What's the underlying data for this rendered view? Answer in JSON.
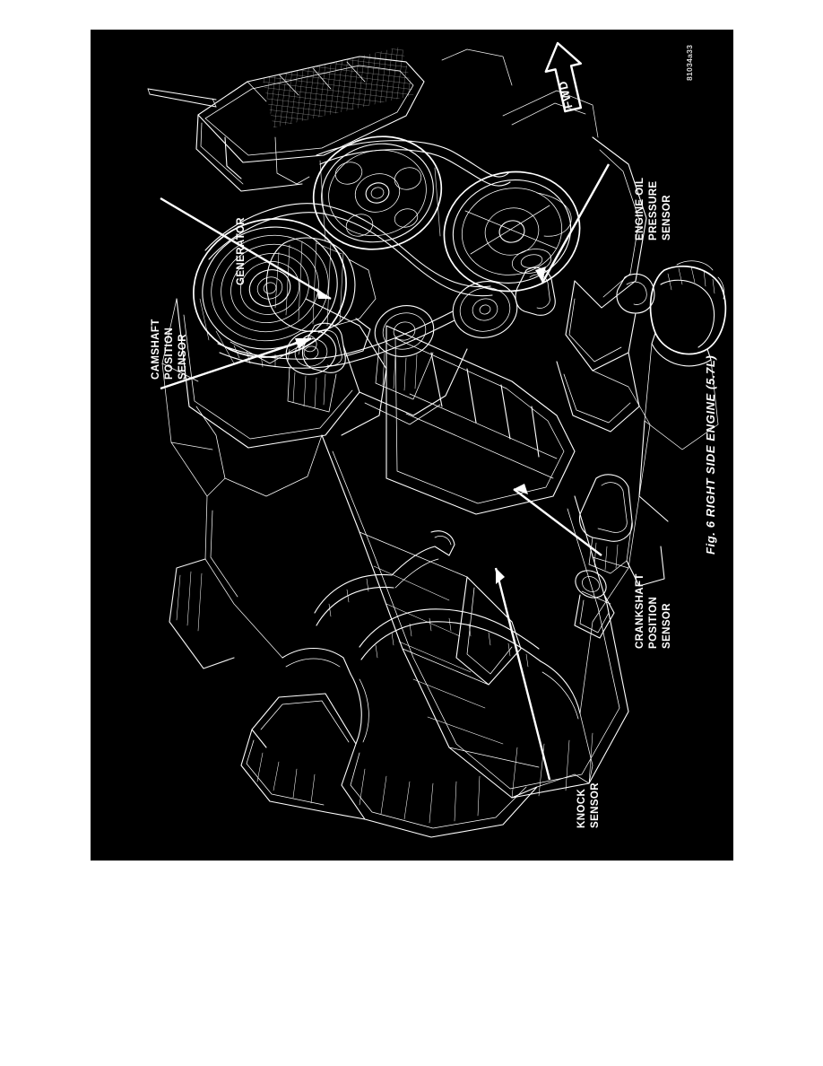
{
  "document": {
    "background_color": "#ffffff",
    "plate_color": "#000000",
    "line_color": "#ffffff"
  },
  "figure": {
    "caption": "Fig. 6 RIGHT SIDE ENGINE (5.7L)",
    "id_code": "81034a33",
    "orientation_marker": {
      "label": "FWD",
      "icon": "up-arrow-icon",
      "meaning": "forward direction of vehicle"
    },
    "subject": "Right side view of 5.7L V8 engine assembly line drawing",
    "callouts": [
      {
        "id": "generator",
        "lines": [
          "GENERATOR"
        ],
        "text": "GENERATOR",
        "pointer": "leader line to generator / alternator on front accessory drive"
      },
      {
        "id": "camshaft-position-sensor",
        "lines": [
          "CAMSHAFT",
          "POSITION",
          "SENSOR"
        ],
        "text": "CAMSHAFT POSITION SENSOR",
        "pointer": "leader line to camshaft position sensor on front cover"
      },
      {
        "id": "engine-oil-pressure-sensor",
        "lines": [
          "ENGINE OIL",
          "PRESSURE",
          "SENSOR"
        ],
        "text": "ENGINE OIL PRESSURE SENSOR",
        "pointer": "leader line to oil pressure sensor above the oil filter"
      },
      {
        "id": "crankshaft-position-sensor",
        "lines": [
          "CRANKSHAFT",
          "POSITION",
          "SENSOR"
        ],
        "text": "CRANKSHAFT POSITION SENSOR",
        "pointer": "leader line to crankshaft position sensor on block"
      },
      {
        "id": "knock-sensor",
        "lines": [
          "KNOCK",
          "SENSOR"
        ],
        "text": "KNOCK SENSOR",
        "pointer": "leader line to knock sensor low on the cylinder block"
      }
    ]
  }
}
